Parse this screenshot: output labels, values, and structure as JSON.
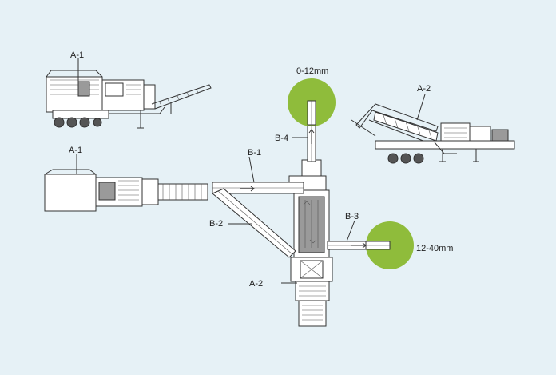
{
  "colors": {
    "background": "#e6f1f6",
    "product_pile": "#8fbc3b",
    "line": "#333333"
  },
  "labels": {
    "a1_side": "A-1",
    "a1_top": "A-1",
    "a2_side": "A-2",
    "a2_top": "A-2",
    "b1": "B-1",
    "b2": "B-2",
    "b3": "B-3",
    "b4": "B-4"
  },
  "products": {
    "fine": "0-12mm",
    "coarse": "12-40mm"
  }
}
